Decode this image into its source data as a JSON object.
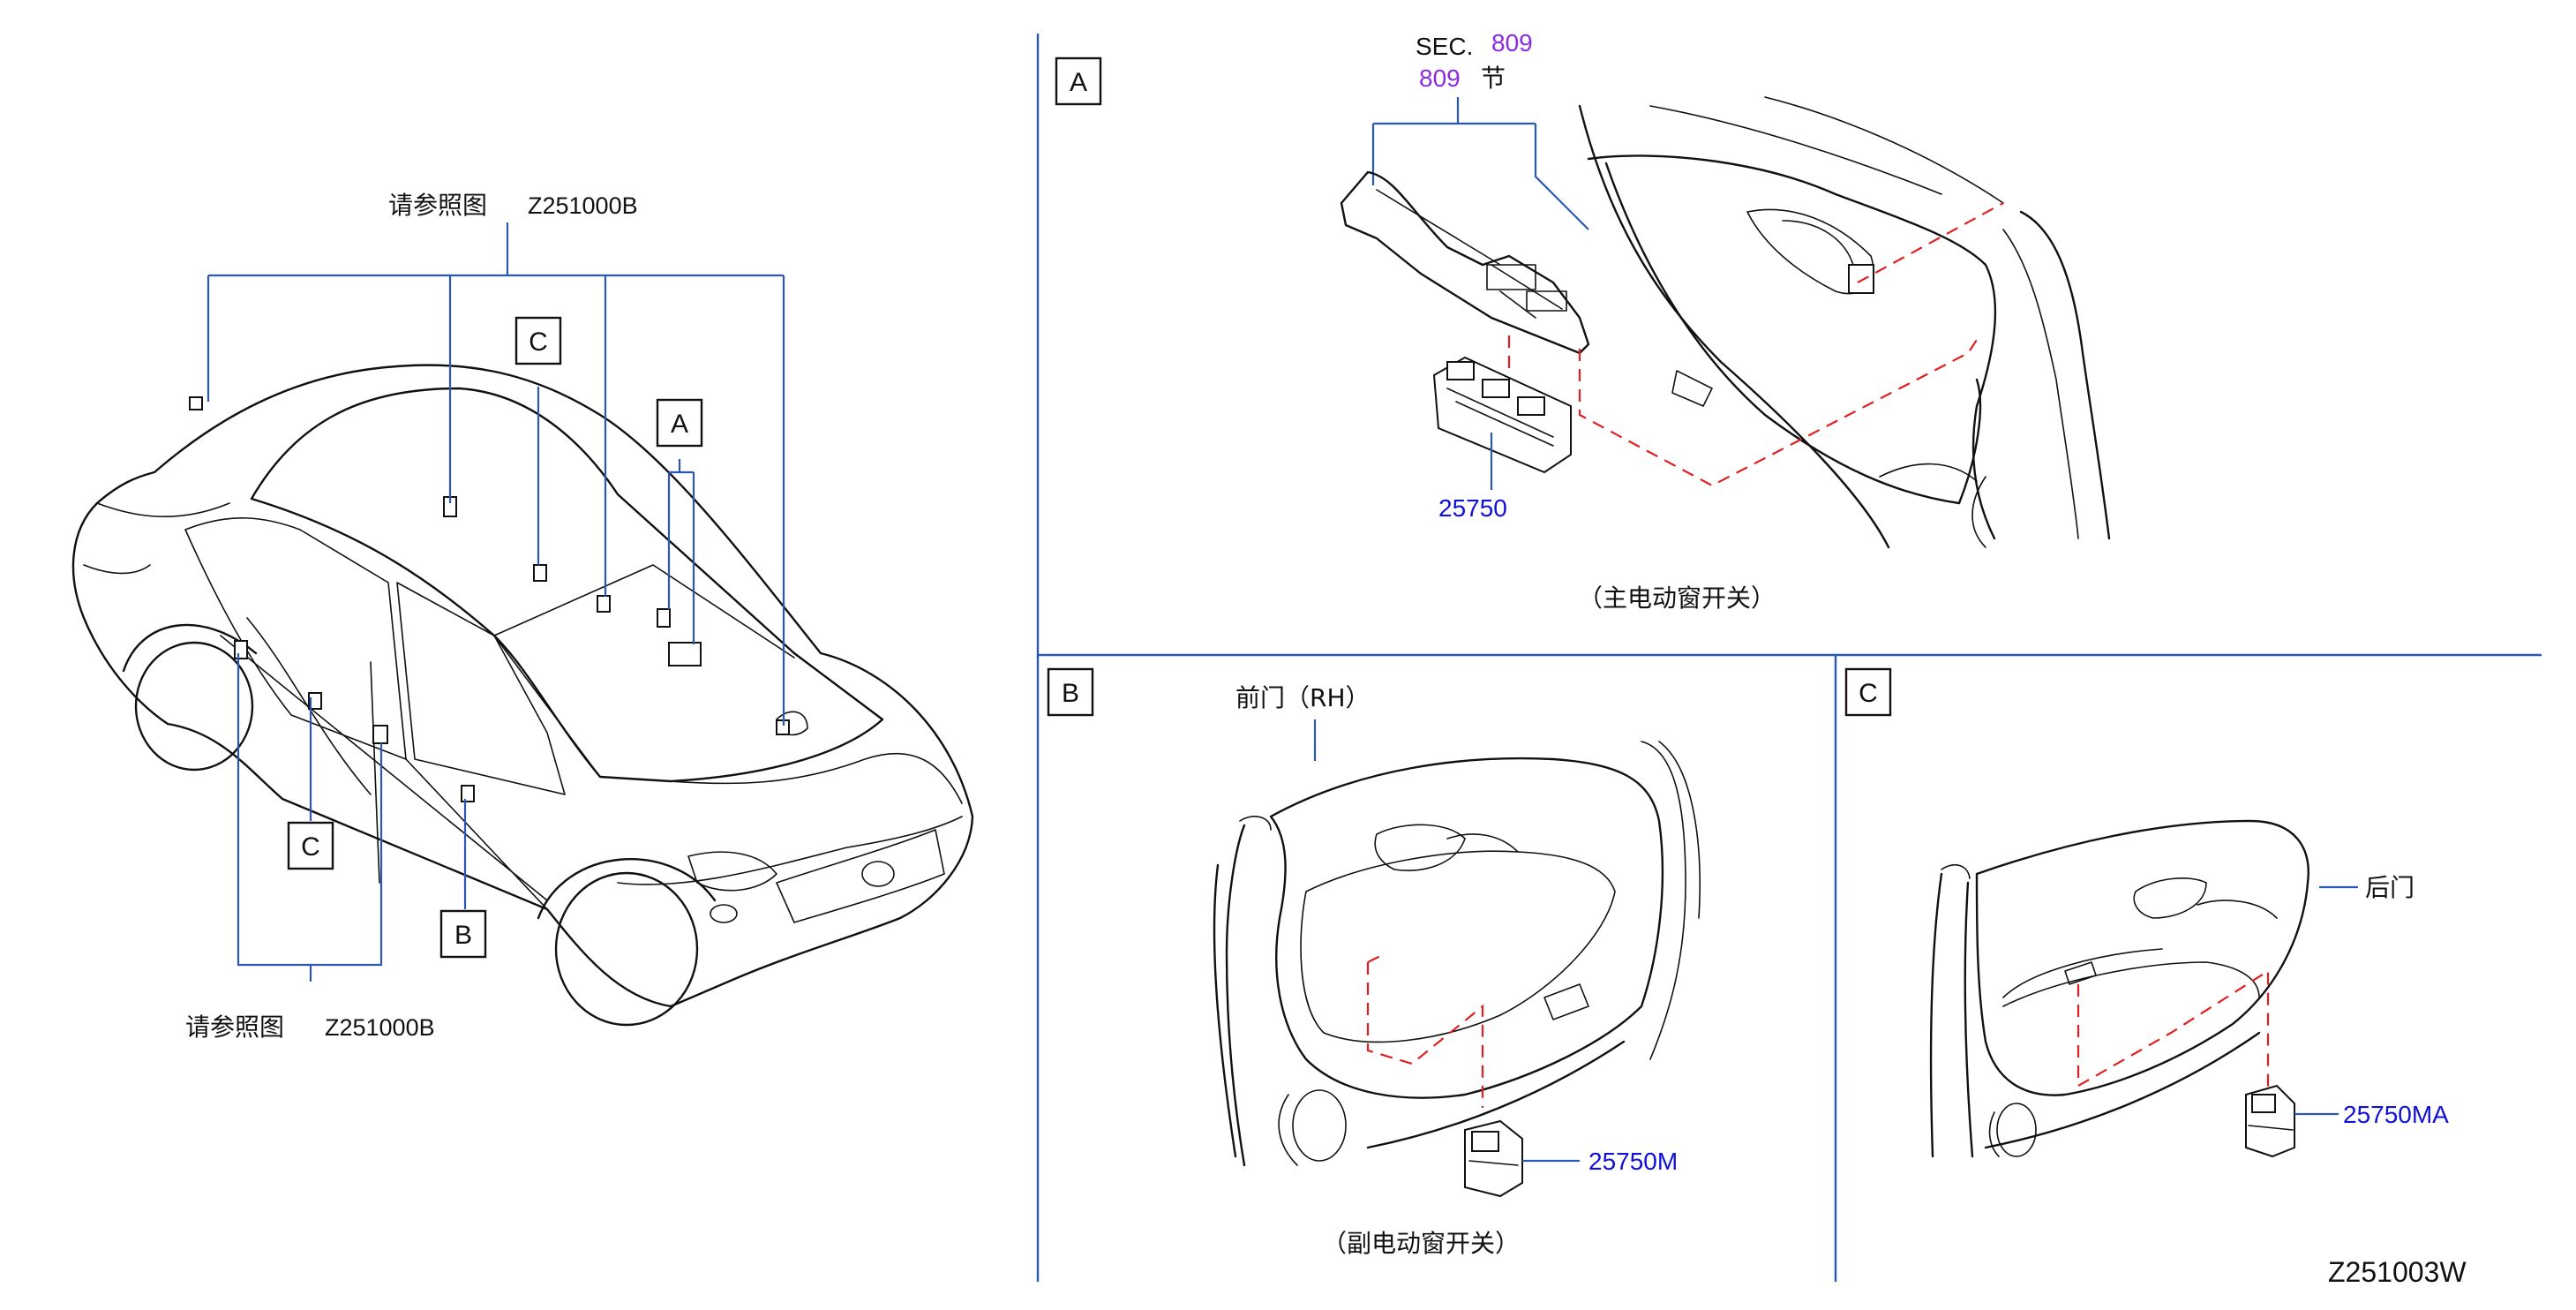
{
  "callouts": {
    "A": "A",
    "B": "B",
    "C": "C"
  },
  "refs": {
    "top_label": "请参照图",
    "top_code": "Z251000B",
    "bottom_label": "请参照图",
    "bottom_code": "Z251000B"
  },
  "panel_a": {
    "sec_prefix": "SEC.",
    "sec_number": "809",
    "sec_number_2": "809",
    "sec_suffix": "节",
    "part_number": "25750",
    "caption": "（主电动窗开关）"
  },
  "panel_b": {
    "door_label": "前门（RH）",
    "part_number": "25750M",
    "caption": "（副电动窗开关）"
  },
  "panel_c": {
    "door_label": "后门",
    "part_number": "25750MA"
  },
  "diagram_code": "Z251003W",
  "colors": {
    "leader": "#2a57b8",
    "hidden_line": "#e02020",
    "part_number": "#1010d8",
    "section_ref": "#8a2be2"
  }
}
